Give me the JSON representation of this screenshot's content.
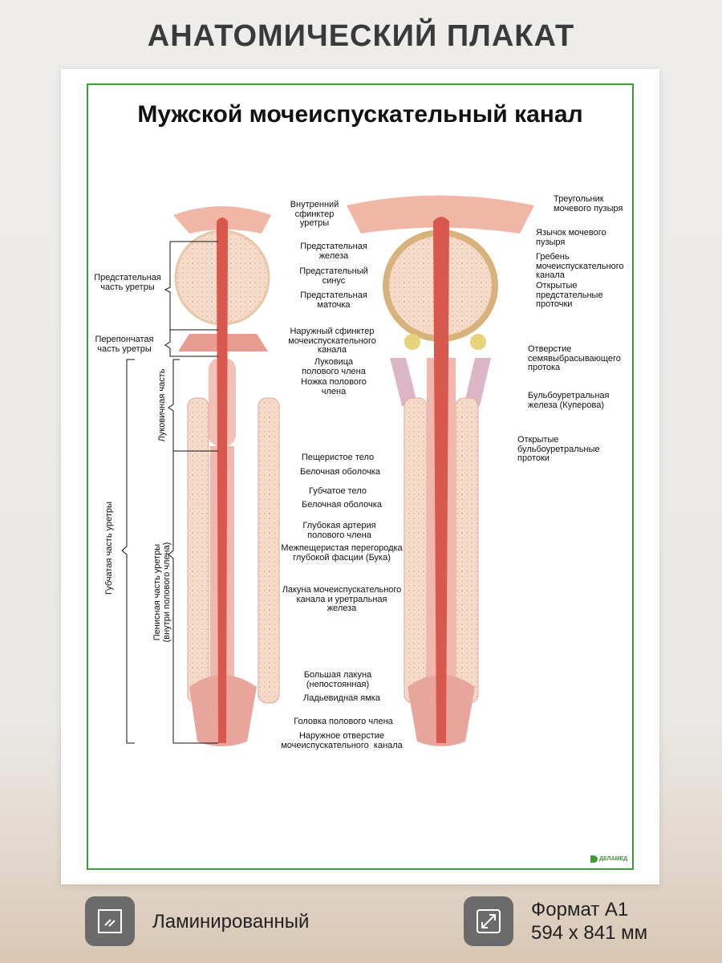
{
  "headline": "АНАТОМИЧЕСКИЙ ПЛАКАТ",
  "poster": {
    "title": "Мужской мочеиспускательный канал",
    "logo": "ДЕЛАМЕД",
    "center_labels": [
      "Внутренний\nсфинктер\nуретры",
      "Предстательная\nжелеза",
      "Предстательный\nсинус",
      "Предстательная\nматочка",
      "Наружный сфинктер\nмочеиспускательного\nканала",
      "Луковица\nполового члена",
      "Ножка полового\nчлена",
      "Пещеристое тело",
      "Белочная оболочка",
      "Губчатое тело",
      "Белочная оболочка",
      "Глубокая артерия\nполового члена",
      "Межпещеристая перегородка\nглубокой фасции (Бука)",
      "Лакуна мочеиспускательного\nканала и уретральная\nжелеза",
      "Большая лакуна\n(непостоянная)",
      "Ладьевидная ямка",
      "Головка полового члена",
      "Наружное отверстие\nмочеиспускательного  канала"
    ],
    "right_labels": [
      "Треугольник\nмочевого пузыря",
      "Язычок мочевого\nпузыря",
      "Гребень\nмочеиспускательного\nканала",
      "Открытые\nпредстательные\nпроточки",
      "Отверстие\nсемявыбрасывающего\nпротока",
      "Бульбоуретральная\nжелеза (Куперова)",
      "Открытые\nбульбоуретральные\nпротоки"
    ],
    "left_labels": [
      "Предстательная\nчасть уретры",
      "Перепончатая\nчасть уретры"
    ],
    "vertical_labels": [
      "Губчатая часть уретры",
      "Луковичная часть",
      "Пенисная часть уретры\n(внутри полового члена)"
    ]
  },
  "features": [
    {
      "icon": "laminated-icon",
      "text": "Ламинированный"
    },
    {
      "icon": "resize-icon",
      "text": "Формат А1\n594 х 841 мм"
    }
  ]
}
